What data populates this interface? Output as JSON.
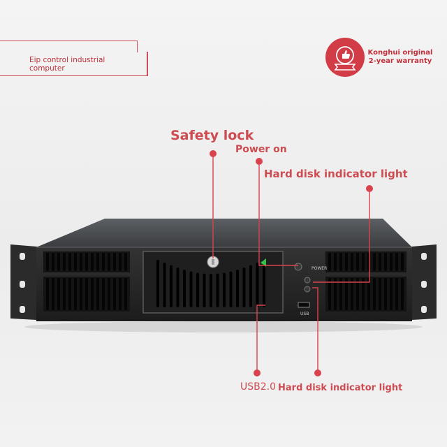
{
  "header": {
    "title": "Eip control industrial computer"
  },
  "badge": {
    "warranty_text": "Konghui original 2-year warranty",
    "seal_icon": "thumbs-up-seal-icon",
    "accent": "#d23c47"
  },
  "callouts": {
    "safety_lock": "Safety lock",
    "power_on": "Power on",
    "hdd_light": "Hard disk indicator light",
    "usb": "USB2.0",
    "hdd_light_bottom": "Hard disk indicator light"
  },
  "panel_labels": {
    "power": "POWER",
    "usb": "USB"
  },
  "colors": {
    "accent": "#cc4c52",
    "chassis": "#2a2a2a",
    "callout_line": "#d9434d"
  }
}
